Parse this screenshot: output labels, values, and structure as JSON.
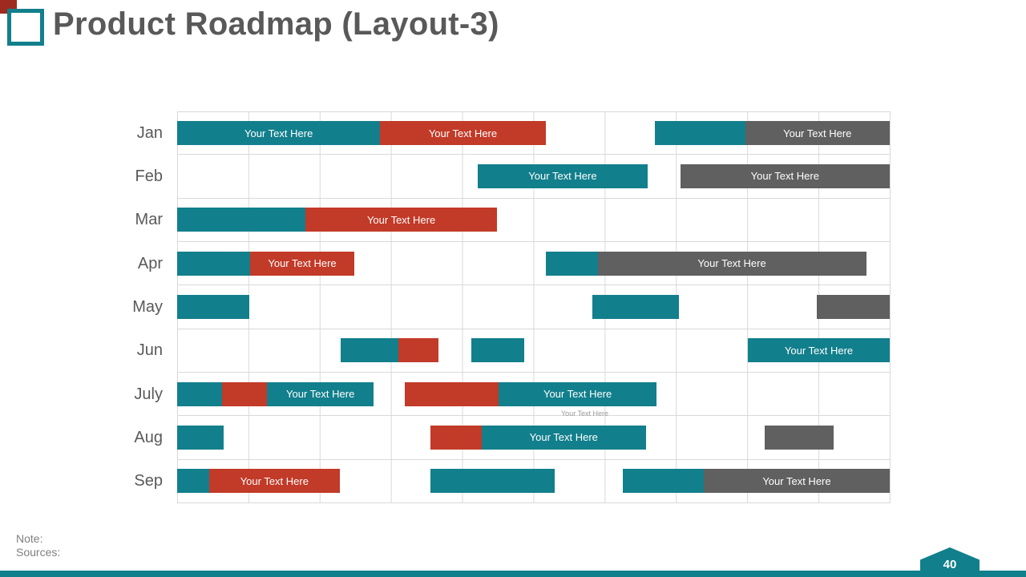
{
  "slide": {
    "title": "Product Roadmap (Layout-3)",
    "note_label": "Note:",
    "sources_label": "Sources:",
    "page_number": "40",
    "tiny_placeholder": "Your Text Here"
  },
  "colors": {
    "teal": "#127f8c",
    "red": "#c23a28",
    "gray": "#606060",
    "red_dark": "#9e2b1e",
    "title_text": "#595959",
    "gridline": "#d9d9d9"
  },
  "chart_data": {
    "type": "bar",
    "subtype": "gantt",
    "title": "Product Roadmap (Layout-3)",
    "columns": 10,
    "grid": true,
    "categories": [
      "Jan",
      "Feb",
      "Mar",
      "Apr",
      "May",
      "Jun",
      "July",
      "Aug",
      "Sep"
    ],
    "default_bar_label": "Your Text Here",
    "rows": [
      {
        "month": "Jan",
        "bars": [
          {
            "start": 0,
            "end": 2.85,
            "color": "teal",
            "label": "Your Text Here"
          },
          {
            "start": 2.85,
            "end": 5.17,
            "color": "red",
            "label": "Your Text Here"
          },
          {
            "start": 6.7,
            "end": 7.97,
            "color": "teal",
            "label": ""
          },
          {
            "start": 7.97,
            "end": 10,
            "color": "gray",
            "label": "Your Text Here"
          }
        ]
      },
      {
        "month": "Feb",
        "bars": [
          {
            "start": 4.22,
            "end": 6.6,
            "color": "teal",
            "label": "Your Text Here"
          },
          {
            "start": 7.06,
            "end": 10,
            "color": "gray",
            "label": "Your Text Here"
          }
        ]
      },
      {
        "month": "Mar",
        "bars": [
          {
            "start": 0,
            "end": 1.8,
            "color": "teal",
            "label": ""
          },
          {
            "start": 1.8,
            "end": 4.49,
            "color": "red",
            "label": "Your Text Here"
          }
        ]
      },
      {
        "month": "Apr",
        "bars": [
          {
            "start": 0,
            "end": 1.02,
            "color": "teal",
            "label": ""
          },
          {
            "start": 1.02,
            "end": 2.49,
            "color": "red",
            "label": "Your Text Here"
          },
          {
            "start": 5.17,
            "end": 5.9,
            "color": "teal",
            "label": ""
          },
          {
            "start": 5.9,
            "end": 9.67,
            "color": "gray",
            "label": "Your Text Here"
          }
        ]
      },
      {
        "month": "May",
        "bars": [
          {
            "start": 0,
            "end": 1.01,
            "color": "teal",
            "label": ""
          },
          {
            "start": 5.83,
            "end": 7.04,
            "color": "teal",
            "label": ""
          },
          {
            "start": 8.98,
            "end": 10,
            "color": "gray",
            "label": ""
          }
        ]
      },
      {
        "month": "Jun",
        "bars": [
          {
            "start": 2.29,
            "end": 3.1,
            "color": "teal",
            "label": ""
          },
          {
            "start": 3.1,
            "end": 3.67,
            "color": "red",
            "label": ""
          },
          {
            "start": 4.13,
            "end": 4.87,
            "color": "teal",
            "label": ""
          },
          {
            "start": 8.01,
            "end": 10,
            "color": "teal",
            "label": "Your Text Here"
          }
        ]
      },
      {
        "month": "July",
        "bars": [
          {
            "start": 0,
            "end": 0.63,
            "color": "teal",
            "label": ""
          },
          {
            "start": 0.63,
            "end": 1.26,
            "color": "red",
            "label": ""
          },
          {
            "start": 1.26,
            "end": 2.76,
            "color": "teal",
            "label": "Your Text Here"
          },
          {
            "start": 3.19,
            "end": 4.51,
            "color": "red",
            "label": ""
          },
          {
            "start": 4.51,
            "end": 6.73,
            "color": "teal",
            "label": "Your Text Here"
          }
        ]
      },
      {
        "month": "Aug",
        "bars": [
          {
            "start": 0,
            "end": 0.65,
            "color": "teal",
            "label": ""
          },
          {
            "start": 3.55,
            "end": 4.27,
            "color": "red",
            "label": ""
          },
          {
            "start": 4.27,
            "end": 6.58,
            "color": "teal",
            "label": "Your Text Here"
          },
          {
            "start": 8.25,
            "end": 9.21,
            "color": "gray",
            "label": ""
          }
        ]
      },
      {
        "month": "Sep",
        "bars": [
          {
            "start": 0,
            "end": 0.45,
            "color": "teal",
            "label": ""
          },
          {
            "start": 0.45,
            "end": 2.28,
            "color": "red",
            "label": "Your Text Here"
          },
          {
            "start": 3.55,
            "end": 5.3,
            "color": "teal",
            "label": ""
          },
          {
            "start": 6.25,
            "end": 7.39,
            "color": "teal",
            "label": ""
          },
          {
            "start": 7.39,
            "end": 10,
            "color": "gray",
            "label": "Your Text Here"
          }
        ]
      }
    ]
  }
}
